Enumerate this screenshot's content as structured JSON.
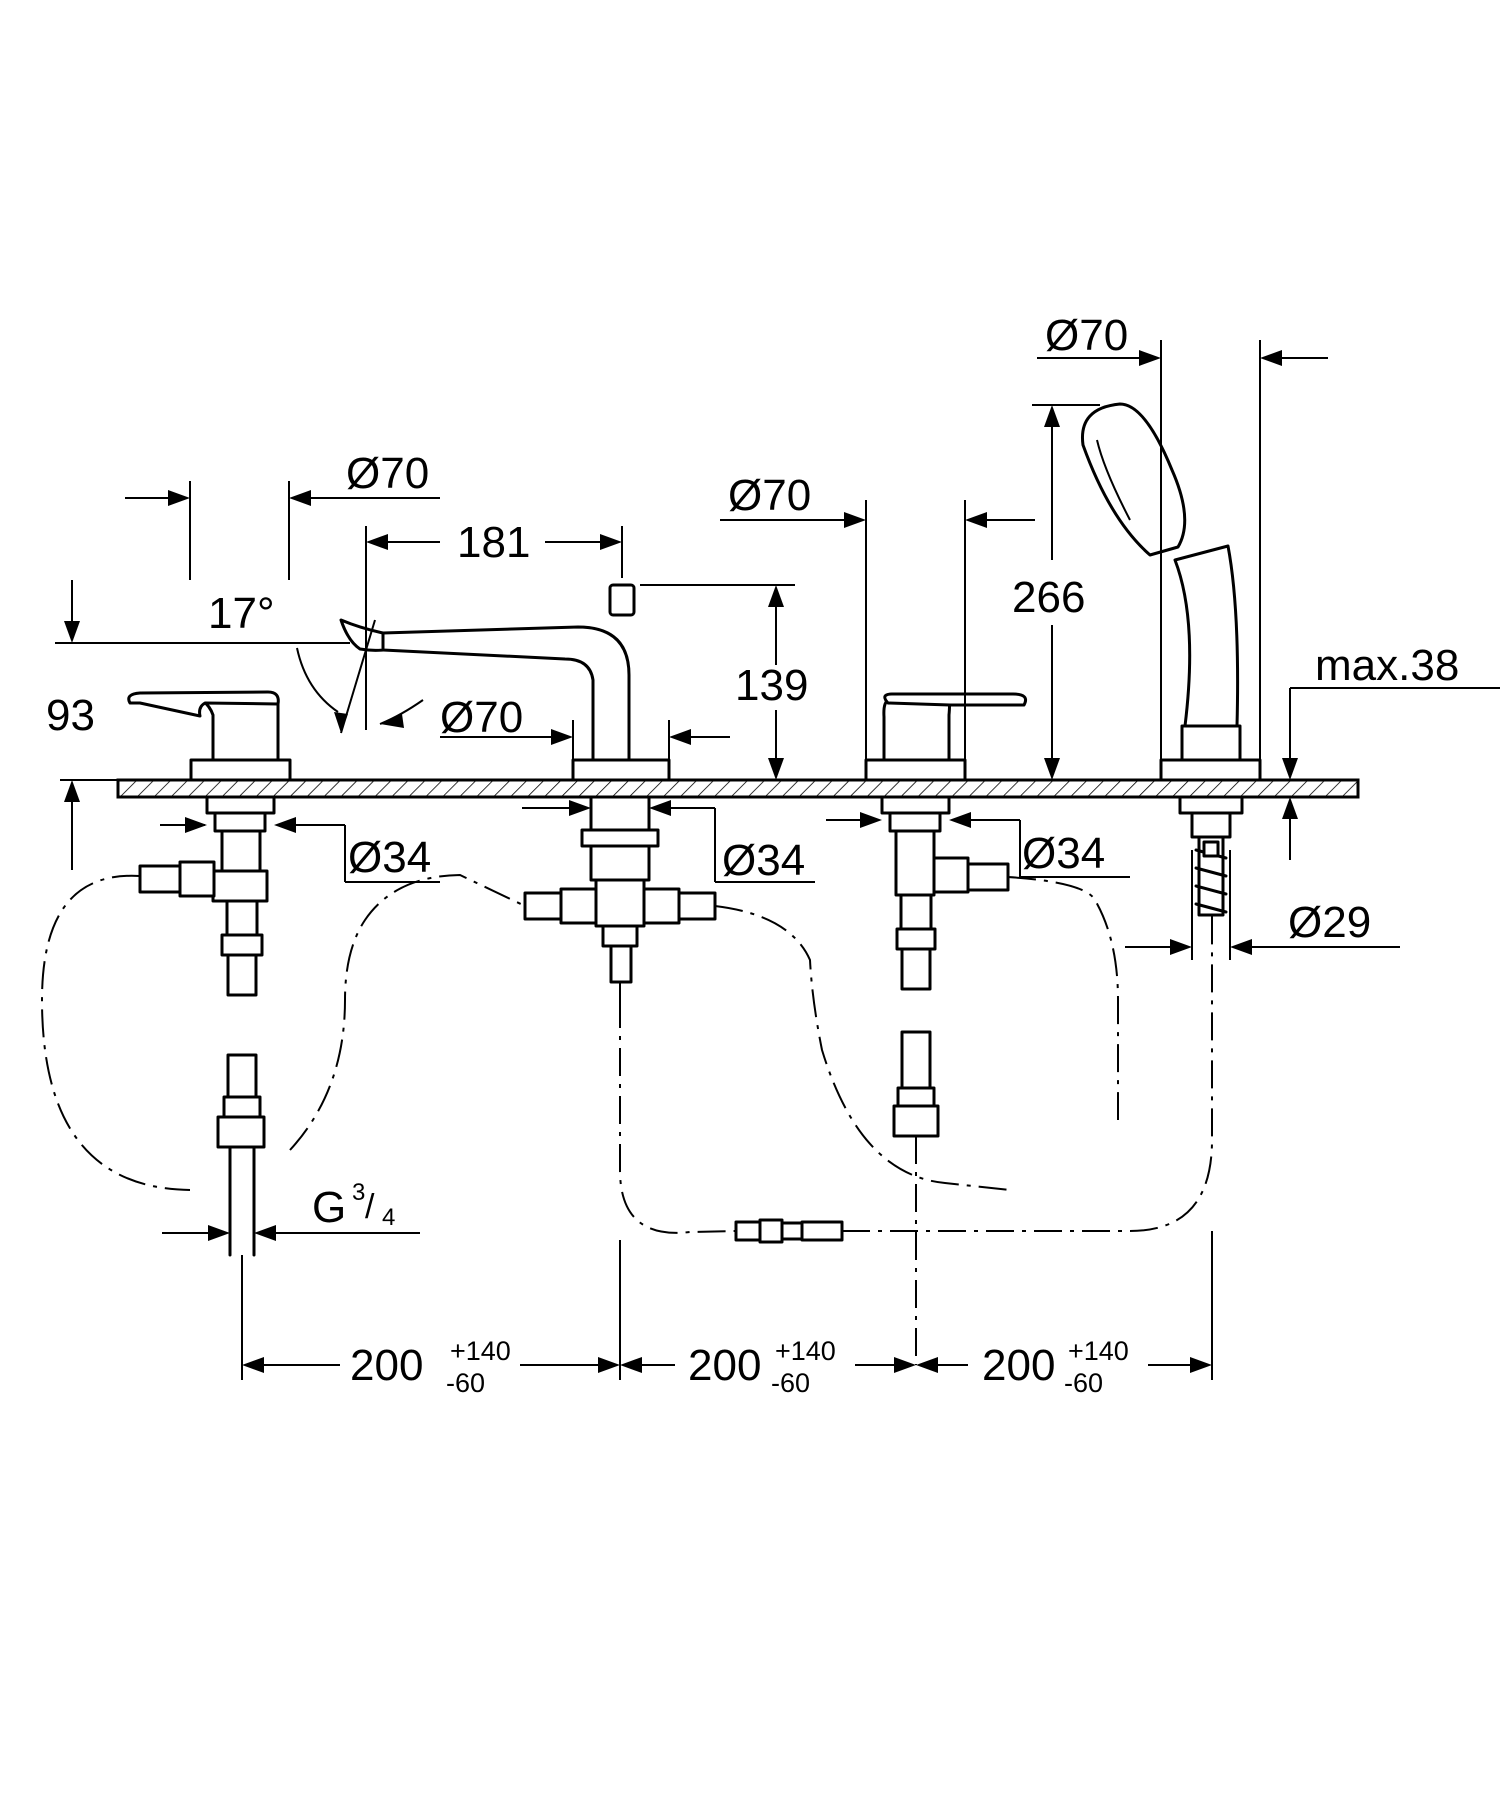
{
  "drawing": {
    "angle": "17°",
    "spout_reach": "181",
    "spout_height": "139",
    "handle_height": "93",
    "hand_shower_height": "266",
    "deck_thickness": "max.38",
    "rosette_spout": "Ø70",
    "rosette_left": "Ø70",
    "rosette_right": "Ø70",
    "rosette_shower": "Ø70",
    "hole_left": "Ø34",
    "hole_center": "Ø34",
    "hole_right": "Ø34",
    "hole_shower": "Ø29",
    "thread_prefix": "G",
    "thread_num": "3",
    "thread_den": "4",
    "spacing_1": {
      "nominal": "200",
      "plus": "+140",
      "minus": "-60"
    },
    "spacing_2": {
      "nominal": "200",
      "plus": "+140",
      "minus": "-60"
    },
    "spacing_3": {
      "nominal": "200",
      "plus": "+140",
      "minus": "-60"
    }
  }
}
